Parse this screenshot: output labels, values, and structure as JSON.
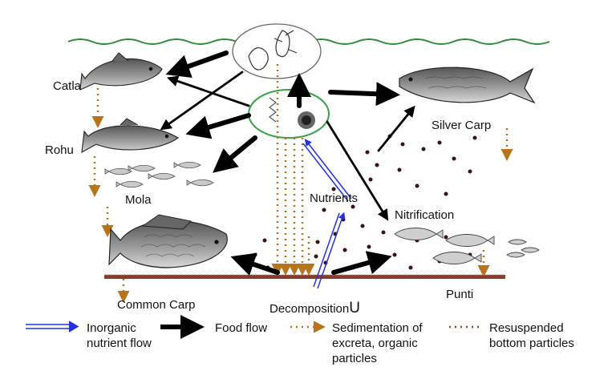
{
  "fish_labels": {
    "catla": "Catla",
    "rohu": "Rohu",
    "mola": "Mola",
    "common_carp": "Common Carp",
    "silver_carp": "Silver Carp",
    "punti": "Punti"
  },
  "process_labels": {
    "nutrients": "Nutrients",
    "nitrification": "Nitrification",
    "decomposition": "Decomposition",
    "decomposition_suffix": "U"
  },
  "legend": {
    "inorganic_line1": "Inorganic",
    "inorganic_line2": "nutrient flow",
    "food_flow": "Food flow",
    "sedimentation_line1": "Sedimentation of",
    "sedimentation_line2": "excreta, organic",
    "sedimentation_line3": "particles",
    "resuspended_line1": "Resuspended",
    "resuspended_line2": "bottom particles"
  },
  "colors": {
    "water_surface": "#2e8b3a",
    "plankton_ring": "#3aa04a",
    "food_arrow": "#000000",
    "nutrient_arrow": "#2233dd",
    "sediment_arrow": "#b8741a",
    "particle": "#3a1414",
    "pond_bottom": "#8b3a2a"
  }
}
